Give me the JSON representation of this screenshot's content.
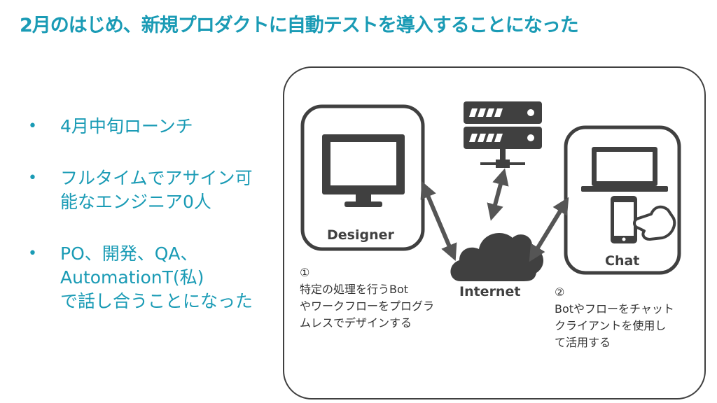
{
  "slide": {
    "title": "2月のはじめ、新規プロダクトに自動テストを導入することになった",
    "bullets": [
      {
        "lines": [
          "4月中旬ローンチ"
        ]
      },
      {
        "lines": [
          "フルタイムでアサイン可",
          "能なエンジニア0人"
        ]
      },
      {
        "lines": [
          "PO、開発、QA、",
          "AutomationT(私)",
          "で話し合うことになった"
        ]
      }
    ]
  },
  "diagram": {
    "designer_label": "Designer",
    "chat_label": "Chat",
    "internet_label": "Internet",
    "note1": {
      "num": "①",
      "lines": [
        "特定の処理を行うBot",
        "やワークフローをプログラ",
        "ムレスでデザインする"
      ]
    },
    "note2": {
      "num": "②",
      "lines": [
        "Botやフローをチャット",
        "クライアントを使用し",
        "て活用する"
      ]
    },
    "icons": [
      "monitor-icon",
      "server-icon",
      "laptop-icon",
      "smartphone-icon",
      "touch-hand-icon",
      "cloud-icon"
    ]
  }
}
